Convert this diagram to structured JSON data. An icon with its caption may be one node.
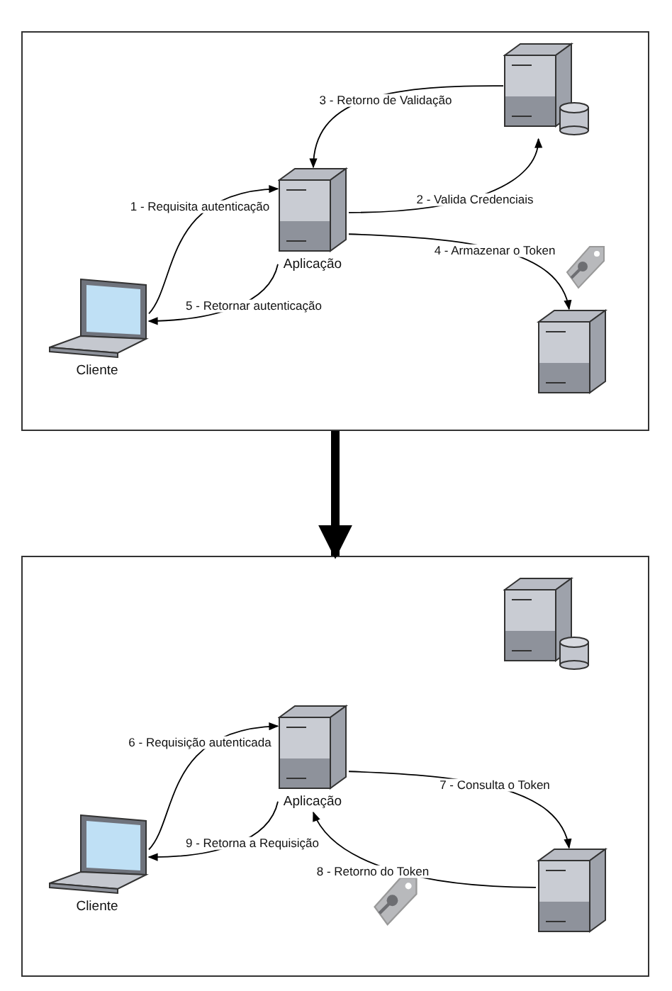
{
  "diagram": {
    "nodes": [
      {
        "text": [],
        "shape": "box"
      },
      {
        "text": [
          "Aplicação"
        ],
        "in": 0
      },
      {
        "text": [
          "Cliente"
        ],
        "in": 0
      },
      {
        "text": [],
        "shape": "server",
        "in": 0
      },
      {
        "text": [],
        "shape": "server",
        "in": 0
      },
      {
        "text": [],
        "shape": "box"
      },
      {
        "text": [
          "Aplicação"
        ],
        "in": 5
      },
      {
        "text": [
          "Cliente"
        ],
        "in": 5
      },
      {
        "text": [],
        "shape": "server",
        "in": 5
      },
      {
        "text": [],
        "shape": "server",
        "in": 5
      }
    ],
    "edges": [
      {
        "from": 2,
        "to": 1,
        "arrow": "to",
        "label": "1 - Requisita autenticação"
      },
      {
        "from": 1,
        "to": 3,
        "arrow": "to",
        "label": "2 - Valida Credenciais"
      },
      {
        "from": 3,
        "to": 1,
        "arrow": "to",
        "label": "3 - Retorno de Validação"
      },
      {
        "from": 1,
        "to": 4,
        "arrow": "to",
        "label": "4 - Armazenar o Token"
      },
      {
        "from": 1,
        "to": 2,
        "arrow": "to",
        "label": "5 - Retornar autenticação"
      },
      {
        "from": 0,
        "to": 5,
        "arrow": "to",
        "style": "thick"
      },
      {
        "from": 7,
        "to": 6,
        "arrow": "to",
        "label": "6 - Requisição autenticada"
      },
      {
        "from": 6,
        "to": 9,
        "arrow": "to",
        "label": "7 - Consulta o Token"
      },
      {
        "from": 9,
        "to": 6,
        "arrow": "to",
        "label": "8 - Retorno do Token"
      },
      {
        "from": 6,
        "to": 7,
        "arrow": "to",
        "label": "9 - Retorna a Requisição"
      }
    ]
  }
}
